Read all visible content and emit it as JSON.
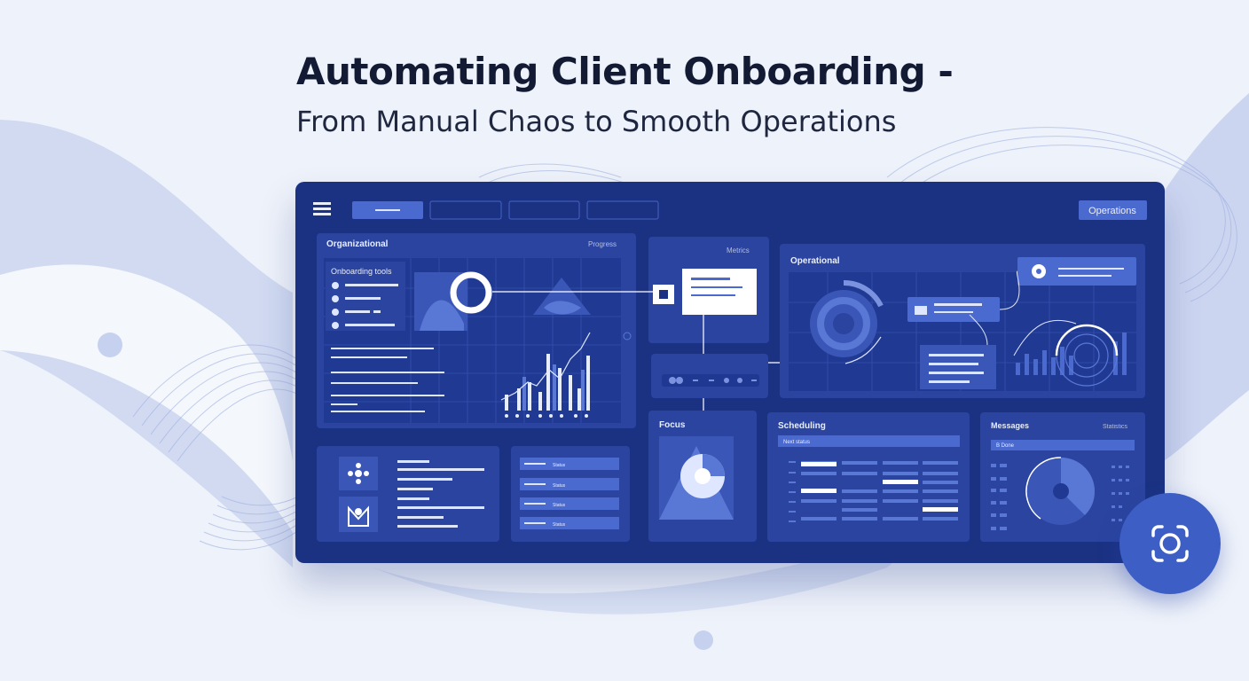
{
  "hero": {
    "title": "Automating Client Onboarding -",
    "subtitle": "From Manual Chaos to Smooth Operations"
  },
  "dashboard": {
    "topbar": {
      "menu_icon": "hamburger-icon",
      "operations_button": "Operations"
    },
    "panels": {
      "overview": {
        "title": "Organizational",
        "tag": "Progress"
      },
      "clients": {
        "title": "Onboarding tools"
      },
      "flow": {
        "tag": "Metrics"
      },
      "process": {
        "title": "Operational"
      },
      "focus": {
        "title": "Focus"
      },
      "schedule": {
        "title": "Scheduling",
        "bar_label": "Next status"
      },
      "messages": {
        "title": "Messages",
        "tag": "Statistics",
        "bar_label": "B Done"
      }
    },
    "list_tasks": [
      "Status",
      "Status",
      "Status",
      "Status"
    ]
  },
  "fab": {
    "icon": "screen-capture-icon"
  },
  "colors": {
    "panel_dark": "#1b3283",
    "panel": "#25409a",
    "accent": "#4a6ad0",
    "highlight": "#ffffff",
    "background": "#eef2fa"
  }
}
